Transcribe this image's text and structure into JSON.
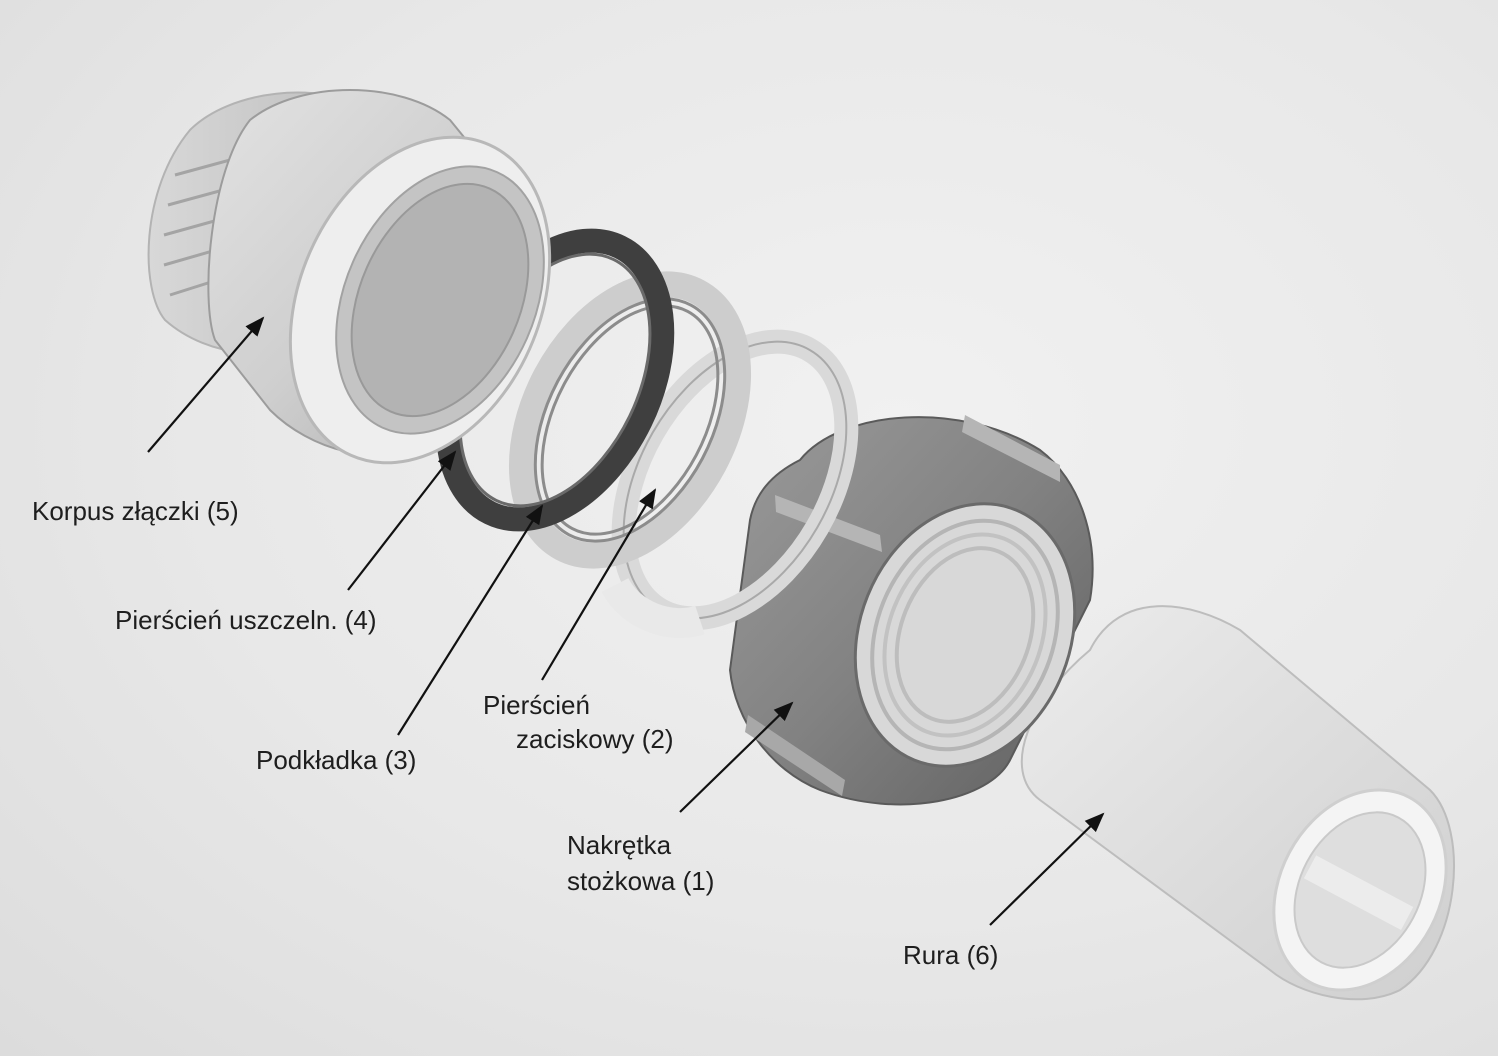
{
  "labels": {
    "body": "Korpus złączki (5)",
    "seal_ring": "Pierścień uszczeln. (4)",
    "washer": "Podkładka (3)",
    "clamp_ring_line1": "Pierścień",
    "clamp_ring_line2": "zaciskowy (2)",
    "nut_line1": "Nakrętka",
    "nut_line2": "stożkowa (1)",
    "pipe": "Rura (6)"
  }
}
